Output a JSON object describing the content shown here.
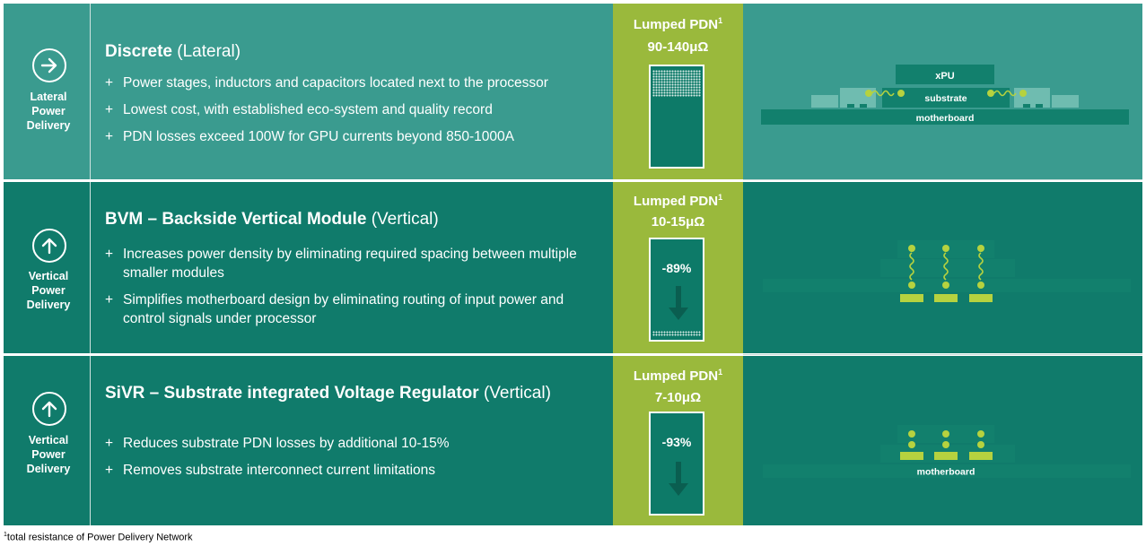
{
  "colors": {
    "row1": "#3a9b8f",
    "row2": "#107b6b",
    "row3": "#107b6b",
    "pdn": "#9ab93c",
    "bar": "#0d7a68",
    "diagram_dark": "#12806d",
    "diagram_light": "#6fbcb0",
    "contact": "#b6d23f"
  },
  "rows": [
    {
      "icon": "arrow-right-circle-icon",
      "label_lines": [
        "Lateral",
        "Power",
        "Delivery"
      ],
      "title_bold": "Discrete",
      "title_rest": " (Lateral)",
      "bullets": [
        "Power stages, inductors and capacitors located next to the processor",
        "Lowest cost, with established eco-system and quality record",
        "PDN losses exceed 100W for GPU currents beyond 850-1000A"
      ],
      "pdn_label": "Lumped PDN",
      "pdn_sup": "1",
      "pdn_value": "90-140μΩ",
      "reduction": "",
      "diagram": {
        "chip_label": "xPU",
        "substrate_label": "substrate",
        "board_label": "motherboard"
      }
    },
    {
      "icon": "arrow-up-circle-icon",
      "label_lines": [
        "Vertical",
        "Power",
        "Delivery"
      ],
      "title_bold": "BVM – Backside Vertical Module",
      "title_rest": " (Vertical)",
      "bullets": [
        "Increases power density by eliminating required spacing between multiple smaller modules",
        "Simplifies motherboard design by eliminating routing of input power and control signals under processor"
      ],
      "pdn_label": "Lumped PDN",
      "pdn_sup": "1",
      "pdn_value": "10-15μΩ",
      "reduction": "-89%"
    },
    {
      "icon": "arrow-up-circle-icon",
      "label_lines": [
        "Vertical",
        "Power",
        "Delivery"
      ],
      "title_bold": "SiVR – Substrate integrated Voltage Regulator",
      "title_rest": " (Vertical)",
      "bullets": [
        "Reduces substrate PDN losses by additional 10-15%",
        "Removes substrate interconnect current limitations"
      ],
      "pdn_label": "Lumped PDN",
      "pdn_sup": "1",
      "pdn_value": "7-10μΩ",
      "reduction": "-93%",
      "diagram": {
        "board_label": "motherboard"
      }
    }
  ],
  "footnote": {
    "sup": "1",
    "text": "total resistance of Power Delivery Network"
  }
}
